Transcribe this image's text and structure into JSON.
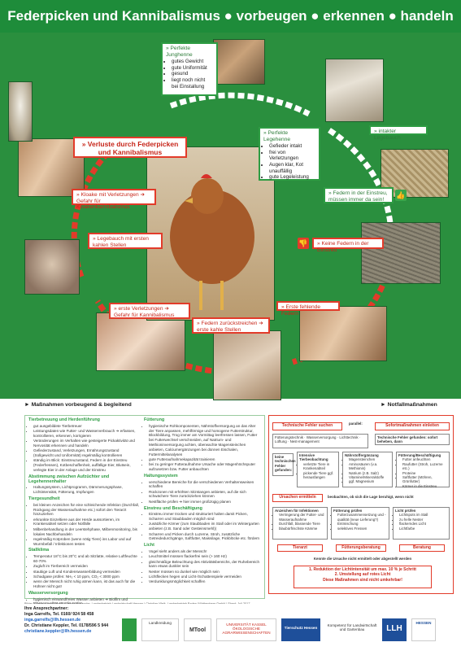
{
  "title": "Federpicken und Kannibalismus ● vorbeugen ● erkennen ● handeln",
  "callouts": {
    "loss_title": "» Verluste durch Federpicken und Kannibalismus",
    "perfect_pullet": {
      "title": "» Perfekte Junghenne",
      "items": [
        "gutes Gewicht",
        "gute Uniformität",
        "gesund",
        "liegt noch nicht bei Einstallung"
      ]
    },
    "perfect_hen": {
      "title": "» Perfekte Legehenne",
      "items": [
        "Gefieder intakt",
        "frei von Verletzungen",
        "Augen klar, Kot unauffällig",
        "gute Legeleistung"
      ]
    },
    "intact_belly": "» intakter Legebauch",
    "feathers_litter": "» Federn in der Einstreu, müssen immer da sein!",
    "no_feathers": "» Keine Federn in der Einstreu",
    "first_missing": "» Erste fehlende Federn",
    "feathers_back": "» Federn zurückstreichen ➔ erste kahle Stellen",
    "first_injuries": "» erste Verletzungen ➔ Gefahr für Kannibalismus",
    "belly_bald": "» Legebauch mit ersten kahlen Stellen",
    "cloaca": "» Kloake mit Verletzungen ➔ Gefahr für Kloakenkannibalismus"
  },
  "measures": {
    "title": "► Maßnahmen vorbeugend & begleitend",
    "col1": [
      {
        "h": "Tierbetreuung und Herdenführung",
        "items": [
          "gut ausgebildete Tierbetreuer",
          "Leistungsdaten wie Futter- und Wasserverbrauch ➔ erfassen, kontrollieren, erkennen, korrigieren",
          "Veränderungen im Verhalten wie gesteigerte Pickaktivität und Nervosität erkennen und handeln",
          "Gefiederzustand, Verletzungen, Ernährungszustand (Sollgewicht und Uniformität) regelmäßig kontrollieren",
          "ständig im Blick: Einstreuzustand, Federn in der Einstreu (Federfressen), Kotbeschaffenheit, auffällige Eier, Blutsein, verlegte Eier in der Anlage und der Einstreu"
        ]
      },
      {
        "h": "Abstimmung zwischen Aufzüchter und Legehennenhalter",
        "items": [
          "Haltungssystem, Lichtprogramm, Dämmerungsphase, Lichtintensität, Fütterung, Impfungen"
        ]
      },
      {
        "h": "Tiergesundheit",
        "items": [
          "bei kleinen Anzeichen für eine schleichende Infektion (Durchfall, Rückgang der Wasseraufnahme etc.) sofort den Tierarzt hinzuziehen",
          "erkrankte Einzeltiere aus der Herde aussortieren, im Krankenabteil setzen oder Notfälle",
          "Milbenbehandlung in der Leerstehphase, Milbenmonitoring, bis lokales Nachbehandeln",
          "regelmäßig Kotproben (wenn nötig Tiere) ins Labor und auf Wurmbefall / Infektionen testen"
        ]
      },
      {
        "h": "Stallklima",
        "items": [
          "Temperatur 18°C bis 20°C und ab Sitzlatte, relative Luftfeuchte 60-70%",
          "Zugluft im Tierbereich vermeiden",
          "staubige Luft und Kondenswasserbildung vermeiden",
          "Schadgase prüfen: NH₃ < 10 ppm, CO₂ < 3000 ppm",
          "wenn der Mensch nicht ruhig atmen kann, ist das auch für die Hühner nicht gut!"
        ]
      },
      {
        "h": "Wasserversorgung",
        "items": [
          "hygienisch einwandfreies Wasser anbieten ➔ Biofilm und Wasserqualität ständig prüfen",
          "jedes Tier muss zu jeder Zeit ausreichenden Zugang zu den Tränken haben – alle Tränken müssen funktionsfähig sein!",
          "gegebenenfalls Säuren im Wasser anbieten"
        ]
      }
    ],
    "col2": [
      {
        "h": "Fütterung",
        "items": [
          "hygienische Rohkomponenten, Nährstoffversorgung an das Alter der Tiere anpassen, mehlförmige und homogene Futterstruktur, Blockbildung, Trog immer am Vormittag leerfressen lassen, Futter bei Futterwechsel verschneiden, auf Natrium- und Methioninversorgung achten, überwachte Magensteinchen anbieten, Calciumergänzungen bei dünnen Eischalen, Futtermittelanalysen",
          "gute Futteraufnahmekapazität trainieren",
          "bei zu geringer Futteraufnahme Ursache oder Magenhöchsputer aufzusetzen bzw. Futter anbauchten"
        ]
      },
      {
        "h": "Haltungssystem",
        "items": [
          "verschiedene Bereiche für die verschiedenen Verhaltensweisen schaffen",
          "Rückzonen mit erhöhten Sitzstangen anbieten, auf die sich schwächere Tiere zurückziehen können",
          "Nestfläche prüfen ➔ hier immer großzügig planen"
        ]
      },
      {
        "h": "Einstreu und Beschäftigung",
        "items": [
          "Einstreu immer trocken und strukturiert halten damit Picken, Scharren und Staubbaden möglich sind",
          "zusätzliche Körner (zum Staubbaden im Stall oder im Wintergarten anbieten (z.B. Sand oder Gesteinsmehl))",
          "Scharren und Picken durch Luzerne, Stroh, zusätzliche Getreidedurchgänge, Saftfutter, Maissilage, Pickblöcke etc. fördern"
        ]
      },
      {
        "h": "Licht",
        "items": [
          "Vogel sieht anders als der Mensch!",
          "Leuchtmittel müssen flackerfrei sein (> 160 Hz)",
          "gleichmäßige Beleuchtung des Aktivitätsbereichs, der Ruhebereich kann etwas dunkler sein",
          "Nester müssen so dunkel wie möglich sein",
          "Lichtflecken hegen und Licht-/Schattenspiele vermeiden",
          "Verdunklungsmöglichkeit schaffen"
        ]
      }
    ]
  },
  "notfall": {
    "title": "► Notfallmaßnahmen",
    "tech_title": "Technische Fehler suchen",
    "parallel": "parallel:",
    "sofort_title": "Sofortmaßnahmen einleiten",
    "tech_items": [
      "Fütterungstechnik",
      "Wasserversorgung",
      "Lichttechnik",
      "Lüftung",
      "Nest-management"
    ],
    "sofort_note": "Technische Fehler gefunden: sofort beheben, dann",
    "keine": "keine technischen Fehler gefunden:",
    "intensive_title": "Intensive Tierbeobachtung",
    "intensive_items": [
      "verletzte Tiere in Krankenabteil",
      "pickende Tiere ggf. herausfangen"
    ],
    "naehr_title": "Nährstoffergänzung",
    "naehr_items": [
      "Magensteinchen",
      "Aminosäuren (v.a. Methionin)",
      "Natrium (z.B. Salz)",
      "Vitamine/Mineralstoffe",
      "ggf. Magnesium"
    ],
    "fuett_title": "Fütterung/Beschäftigung",
    "fuett_items": [
      "Futter anfeuchten",
      "Raufutter (Stroh, Luzerne etc.)",
      "Proteine",
      "Saftfutter (Möhren, Grünfutter)",
      "Körner in die Einstreu"
    ],
    "ursachen": "Ursachen ermitteln",
    "beobachten": "beobachten, ob sich die Lage beruhigt, wenn nicht",
    "anz_title": "Anzeichen für Infektionen",
    "anz_items": [
      "Verringerung der Futter- und Wasseraufnahme",
      "Durchfall, blassende Tiere",
      "blaubürfrischste Kämme"
    ],
    "fp_title": "Fütterung prüfen",
    "fp_items": [
      "Futterzusammensetzung und -qualität (neue Lieferung?)",
      "Entmischung",
      "selektives Fressen"
    ],
    "lp_title": "Licht prüfen",
    "lp_items": [
      "Lichtspots im Stall",
      "zu helle Nester",
      "flackerndes Licht",
      "Lichtfarbe"
    ],
    "tierarzt": "Tierarzt",
    "fuetterungsberatung": "Fütterungsberatung",
    "beratung": "Beratung",
    "kennt": "Kennte die Ursache nicht ermittelt oder abgestellt werden",
    "final": [
      "1. Reduktion der Lichtintensität um max. 10 % je Schritt",
      "2. Umstellung auf rotes Licht",
      "Diese Maßnahmen sind nicht umkehrbar!"
    ]
  },
  "credit": "Bilder & Texte: Inga Garrelfs, Christiane Keppler, Landesbetrieb Landwirtschaft Hessen  |  Christian Weik, Landesbetrieb Baden-Württemberg GmbH  |  Stand: Juli 2017",
  "contact": {
    "heading": "Ihre Ansprechpartner:",
    "p1": "Inga Garrelfs, Tel. 0160/ 924 58 458",
    "m1": "inga.garrelfs@llh.hessen.de",
    "p2": "Dr. Christiane Keppler, Tel. 0178/596 5 944",
    "m2": "christiane.keppler@llh.hessen.de"
  },
  "logos": [
    "Landkreidung",
    "MTool",
    "UNIVERSITÄT KASSEL ÖKOLOGISCHE AGRARWISSENSCHAFTEN",
    "Tierschutz Hessen",
    "Kompetenz für Landwirtschaft und Gartenbau",
    "LLH",
    "HESSEN"
  ],
  "colors": {
    "header_green": "#1e8c3a",
    "accent_green": "#2e9c43",
    "accent_red": "#e23b2a"
  }
}
